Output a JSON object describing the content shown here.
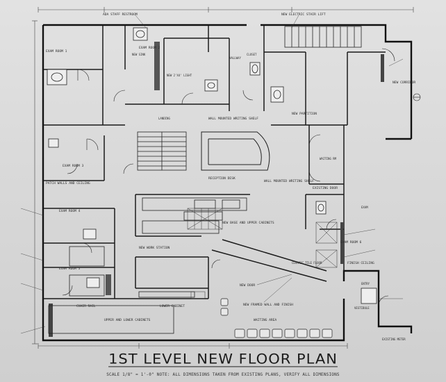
{
  "title": "1ST LEVEL NEW FLOOR PLAN",
  "subtitle": "SCALE 1/8\" = 1'-0\" NOTE: ALL DIMENSIONS TAKEN FROM EXISTING PLANS, VERIFY ALL DIMENSIONS",
  "notes": {
    "ada_staff_restroom": "ADA STAFF RESTROOM",
    "exam_room_1": "EXAM ROOM 1",
    "exam_room_2": "EXAM ROOM 2",
    "exam_room_3": "EXAM ROOM 3",
    "exam_room_4": "EXAM ROOM 4",
    "exam_room_5": "EXAM ROOM 5",
    "exam_room_6": "EXAM ROOM 6",
    "new_partition": "NEW PARTITION",
    "new_corridor": "NEW CORRIDOR",
    "new_stair": "NEW ELECTRIC STAIR LIFT",
    "wall_mounted_shelf": "WALL MOUNTED WRITING SHELF",
    "wall_mounted_shelf_2": "WALL MOUNTED WRITING SHELF",
    "patch_walls": "PATCH WALLS AND CEILING",
    "new_lights": "NEW 2'X4' LIGHT",
    "new_sink": "NEW SINK",
    "new_cabinet": "NEW BASE AND UPPER CABINETS",
    "reception": "RECEPTION DESK",
    "waiting": "WAITING AREA",
    "new_work_station": "NEW WORK STATION",
    "existing_door": "EXISTING DOOR",
    "new_door": "NEW DOOR",
    "ceramic_tile": "CERAMIC TILE FLOOR",
    "new_frame_wall": "NEW FRAMED WALL AND FINISH",
    "lower_cabinet": "LOWER CABINET",
    "chair_rail": "CHAIR RAIL",
    "upper_lower_cabinets": "UPPER AND LOWER CABINETS",
    "fashion_ceiling": "FINISH CEILING",
    "closet": "CLOSET",
    "hallway": "HALLWAY",
    "landing": "LANDING",
    "entry": "ENTRY",
    "exam": "EXAM",
    "waiting_rm": "WAITING RM",
    "vestibule": "VESTIBULE",
    "electric_meter": "EXISTING METER"
  }
}
